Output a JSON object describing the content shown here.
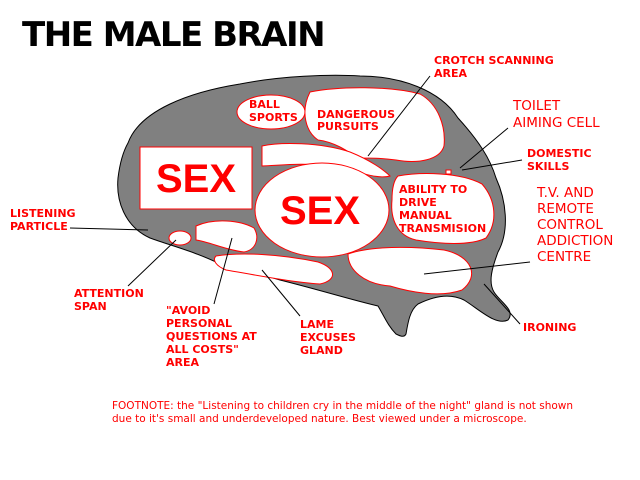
{
  "title": "THE MALE BRAIN",
  "colors": {
    "brain_fill": "#808080",
    "region_fill": "#ffffff",
    "region_outline": "#ff0000",
    "label_text": "#ff0000",
    "title_text": "#000000",
    "leader_lines": "#000000"
  },
  "regions": {
    "sex_box": "SEX",
    "sex_oval": "SEX",
    "ball_sports": [
      "BALL",
      "SPORTS"
    ],
    "dangerous_pursuits": [
      "DANGEROUS",
      "PURSUITS"
    ],
    "driving": [
      "ABILITY TO",
      "DRIVE",
      "MANUAL",
      "TRANSMISION"
    ]
  },
  "callouts": {
    "crotch_scanning": [
      "CROTCH SCANNING",
      "AREA"
    ],
    "toilet_aiming": [
      "TOILET",
      "AIMING CELL"
    ],
    "domestic_skills": [
      "DOMESTIC",
      "SKILLS"
    ],
    "tv_remote": [
      "T.V. AND",
      "REMOTE",
      "CONTROL",
      "ADDICTION",
      "CENTRE"
    ],
    "listening_particle": [
      "LISTENING",
      "PARTICLE"
    ],
    "attention_span": [
      "ATTENTION",
      "SPAN"
    ],
    "avoid_questions": [
      "\"AVOID",
      "PERSONAL",
      "QUESTIONS AT",
      "ALL COSTS\"",
      "AREA"
    ],
    "lame_excuses": [
      "LAME",
      "EXCUSES",
      "GLAND"
    ],
    "ironing": [
      "IRONING"
    ]
  },
  "footnote": [
    "FOOTNOTE: the \"Listening to children cry in the middle of the night\" gland is not shown",
    "due to it's small and underdeveloped nature.  Best viewed under a microscope."
  ]
}
